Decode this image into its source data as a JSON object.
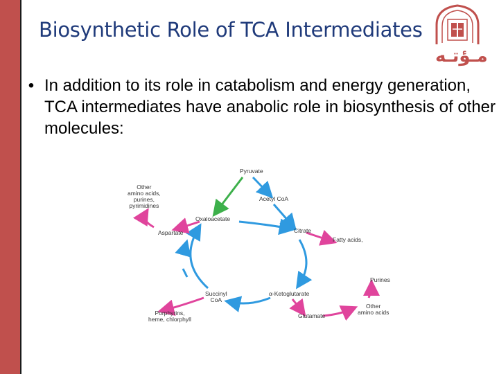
{
  "slide": {
    "title": "Biosynthetic Role of TCA Intermediates",
    "bullet_symbol": "•",
    "bullet_text": "In addition to its role in catabolism and energy generation, TCA intermediates have anabolic role in biosynthesis of other molecules:"
  },
  "logo": {
    "text": "مـؤتـه",
    "icon": "university-crest-icon"
  },
  "diagram": {
    "pyruvate": "Pyruvate",
    "acetyl_coa": "Acetyl CoA",
    "oxaloacetate": "Oxaloacetate",
    "citrate": "Citrate",
    "succinyl_coa_line1": "Succinyl",
    "succinyl_coa_line2": "CoA",
    "alpha_ketoglutarate": "α-Ketoglutarate",
    "aspartate": "Aspartate",
    "other_amino_acids_top_1": "Other",
    "other_amino_acids_top_2": "amino acids,",
    "other_amino_acids_top_3": "purines,",
    "other_amino_acids_top_4": "pyrimidines",
    "fatty_acids": "Fatty acids,",
    "porphyrins_1": "Porphyrins,",
    "porphyrins_2": "heme, chlorphyll",
    "glutamate": "Glutamate",
    "purines": "Purines",
    "other_amino_acids_bottom_1": "Other",
    "other_amino_acids_bottom_2": "amino acids",
    "colors": {
      "cycle_arrow": "#2f9ae0",
      "product_arrow": "#e0449c",
      "pyruvate_to_oaa": "#3db04b"
    }
  }
}
